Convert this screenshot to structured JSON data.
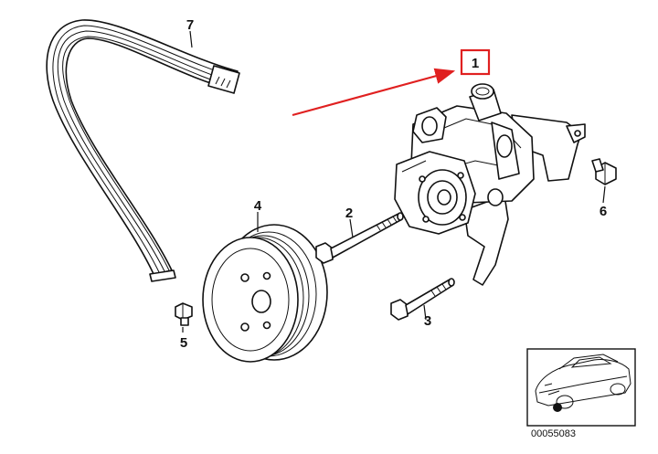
{
  "diagram": {
    "callouts": {
      "pump": "1",
      "long_bolt": "2",
      "short_bolt": "3",
      "pulley": "4",
      "pulley_bolt": "5",
      "mount_bolt": "6",
      "belt": "7"
    },
    "highlight": {
      "color": "#e02020",
      "target_callout": "1"
    },
    "inset": {
      "reference_code": "00055083"
    }
  }
}
